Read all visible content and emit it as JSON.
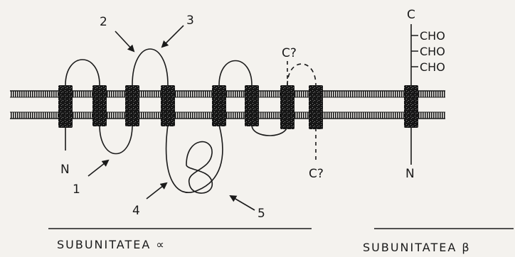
{
  "arrow_labels": [
    "1",
    "2",
    "3",
    "4",
    "5"
  ],
  "alpha": {
    "n_terminus": "N",
    "c_terminus_top": "C?",
    "c_terminus_bottom": "C?",
    "caption": "SUBUNITATEA ∝"
  },
  "beta": {
    "c_terminus": "C",
    "glycans": [
      "CHO",
      "CHO",
      "CHO"
    ],
    "n_terminus": "N",
    "caption": "SUBUNITATEA β"
  },
  "colors": {
    "ink": "#1a1a1a",
    "paper": "#f4f2ee"
  }
}
